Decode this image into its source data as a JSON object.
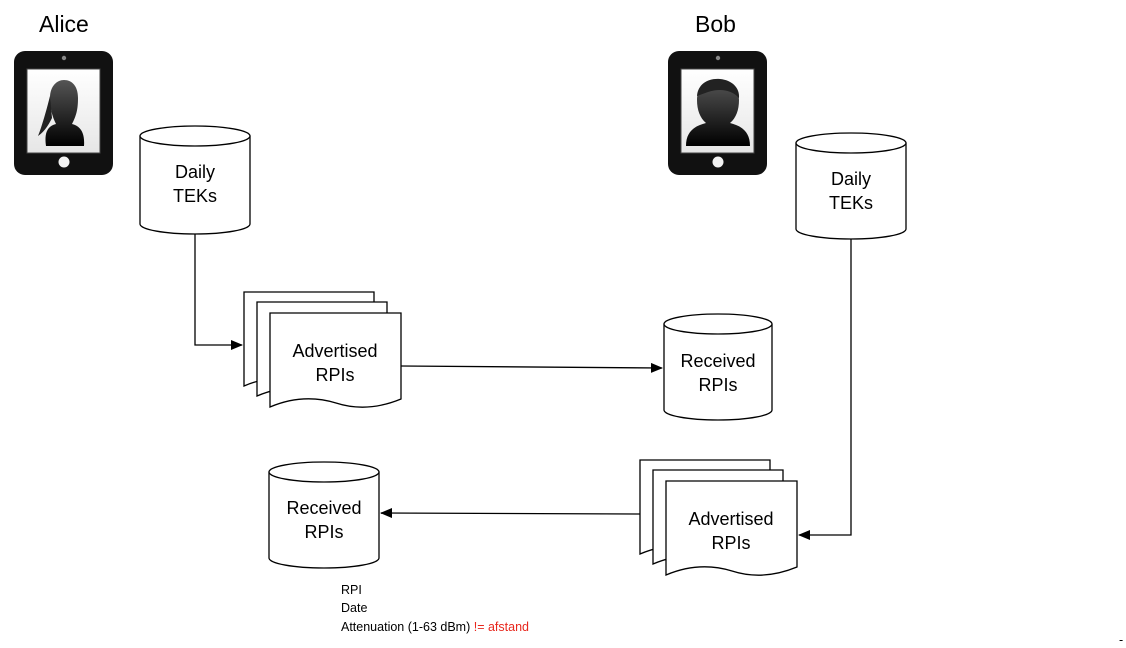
{
  "actors": {
    "alice": {
      "name": "Alice",
      "icon": "tablet-female-avatar-icon"
    },
    "bob": {
      "name": "Bob",
      "icon": "tablet-male-avatar-icon"
    }
  },
  "alice_side": {
    "daily_teks": {
      "line1": "Daily",
      "line2": "TEKs"
    },
    "advertised_rpis": {
      "line1": "Advertised",
      "line2": "RPIs"
    },
    "received_rpis": {
      "line1": "Received",
      "line2": "RPIs"
    }
  },
  "bob_side": {
    "daily_teks": {
      "line1": "Daily",
      "line2": "TEKs"
    },
    "advertised_rpis": {
      "line1": "Advertised",
      "line2": "RPIs"
    },
    "received_rpis": {
      "line1": "Received",
      "line2": "RPIs"
    }
  },
  "notes": {
    "line1": "RPI",
    "line2": "Date",
    "line3": "Attenuation (1-63 dBm)",
    "line3_highlight": "!= afstand"
  },
  "corner_mark": "-",
  "colors": {
    "stroke": "#000000",
    "device_body": "#111111",
    "warning_text": "#e8281e"
  }
}
